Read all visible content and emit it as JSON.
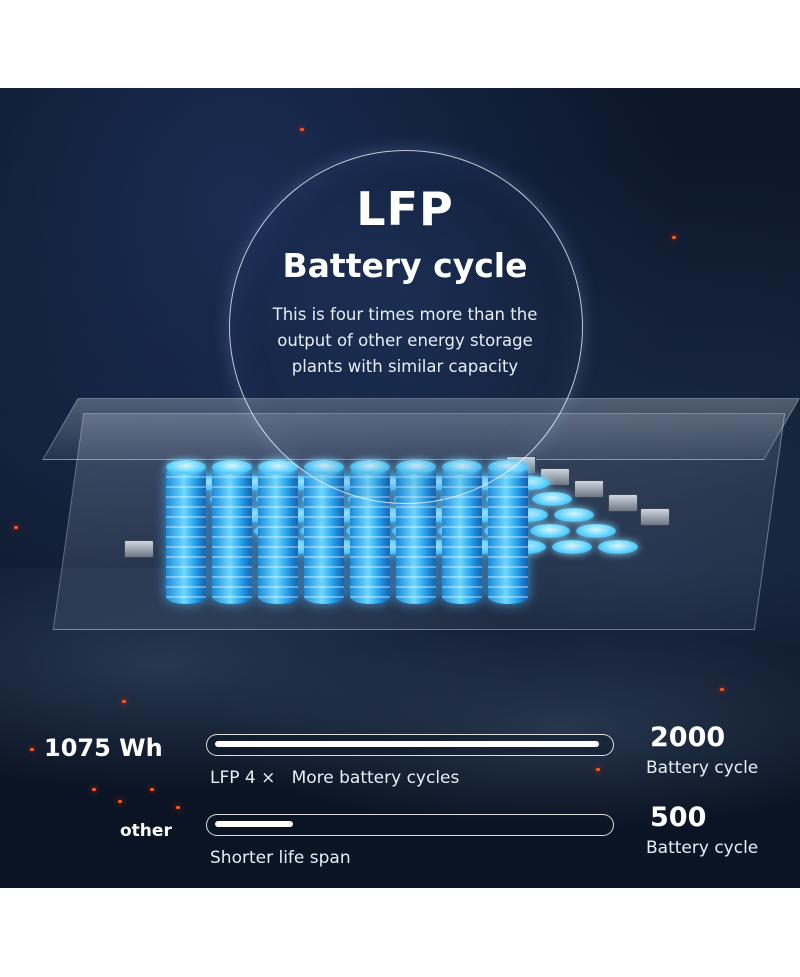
{
  "hero": {
    "title": "LFP",
    "subtitle": "Battery cycle",
    "description": "This is four times more than the output of other energy storage plants with similar capacity"
  },
  "comparison": {
    "rows": [
      {
        "label": "1075 Wh",
        "fill_fraction": 0.98,
        "caption": "LFP 4 ×   More battery cycles",
        "value": "2000",
        "unit": "Battery cycle"
      },
      {
        "label": "other",
        "fill_fraction": 0.2,
        "caption": "Shorter life span",
        "value": "500",
        "unit": "Battery cycle"
      }
    ]
  },
  "colors": {
    "cell_glow": "#4fc8ff",
    "ember": "#ff5a1f",
    "background": "#0c1628"
  }
}
